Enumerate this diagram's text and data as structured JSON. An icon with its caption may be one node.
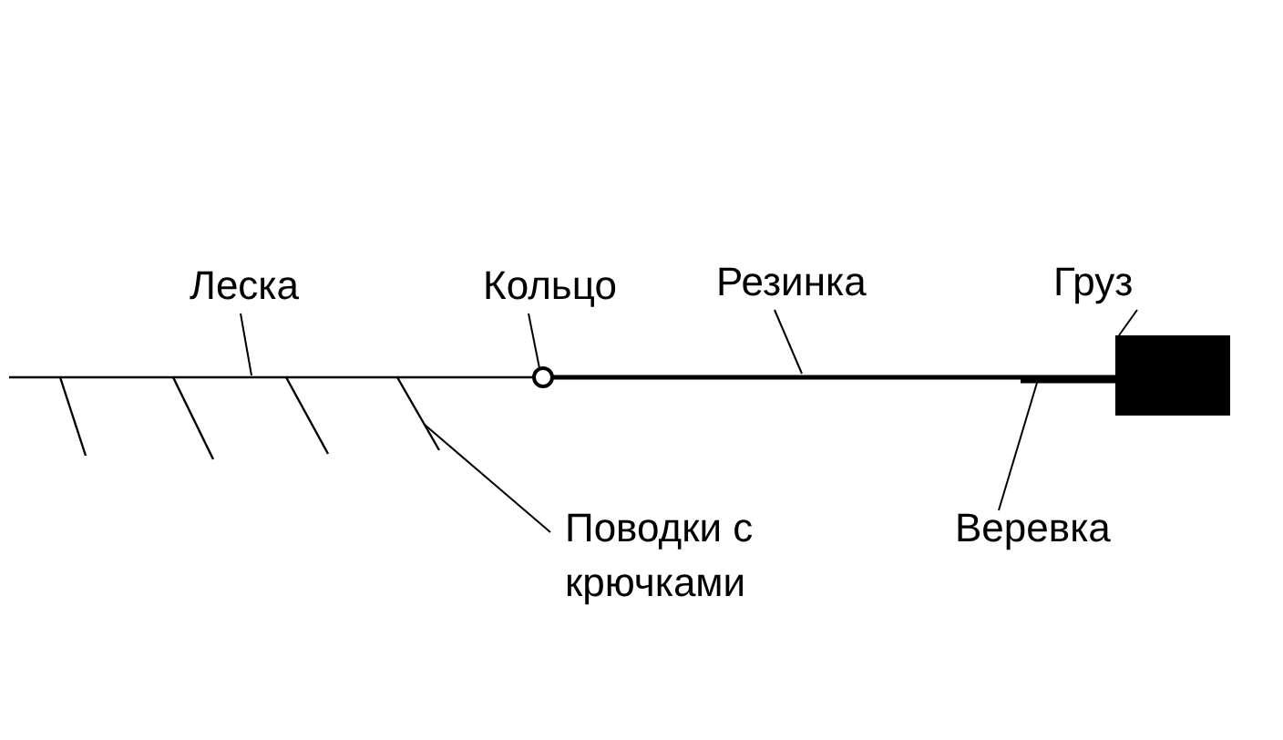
{
  "diagram": {
    "nodes": [
      {
        "text": [
          "Леска"
        ]
      },
      {
        "text": [
          "Кольцо"
        ]
      },
      {
        "text": [
          "Резинка"
        ]
      },
      {
        "text": [
          "Груз"
        ]
      },
      {
        "text": [],
        "shape": "line"
      },
      {
        "text": [],
        "shape": "circle"
      },
      {
        "text": [],
        "shape": "line"
      },
      {
        "text": [],
        "shape": "line"
      },
      {
        "text": [],
        "shape": "box"
      },
      {
        "text": [],
        "shape": "line"
      },
      {
        "text": [],
        "shape": "line"
      },
      {
        "text": [],
        "shape": "line"
      },
      {
        "text": [],
        "shape": "line"
      },
      {
        "text": [
          "Поводки с крючками"
        ]
      },
      {
        "text": [
          "Веревка"
        ]
      }
    ],
    "edges": [
      {
        "from": 0,
        "to": 4,
        "arrow": "none"
      },
      {
        "from": 1,
        "to": 5,
        "arrow": "none"
      },
      {
        "from": 2,
        "to": 6,
        "arrow": "none"
      },
      {
        "from": 3,
        "to": 8,
        "arrow": "none"
      },
      {
        "from": 13,
        "to": 12,
        "arrow": "none"
      },
      {
        "from": 14,
        "to": 7,
        "arrow": "none"
      }
    ]
  }
}
